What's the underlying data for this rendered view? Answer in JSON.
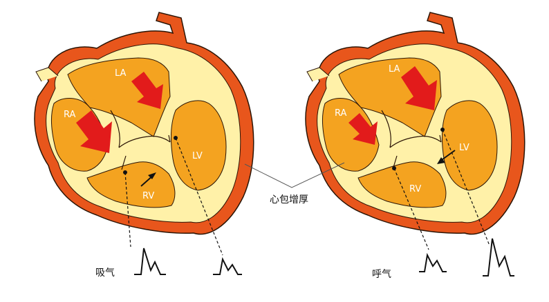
{
  "left_heart": {
    "labels": {
      "la": "LA",
      "ra": "RA",
      "rv": "RV",
      "lv": "LV"
    },
    "caption": "吸气"
  },
  "right_heart": {
    "labels": {
      "la": "LA",
      "ra": "RA",
      "rv": "RV",
      "lv": "LV"
    },
    "caption": "呼气"
  },
  "center_label": "心包增厚",
  "colors": {
    "pericardium": "#e8561c",
    "myocardium": "#fff1a8",
    "chamber": "#f4a320",
    "flow_arrow": "#e21b1b",
    "outline": "#2b1405"
  }
}
